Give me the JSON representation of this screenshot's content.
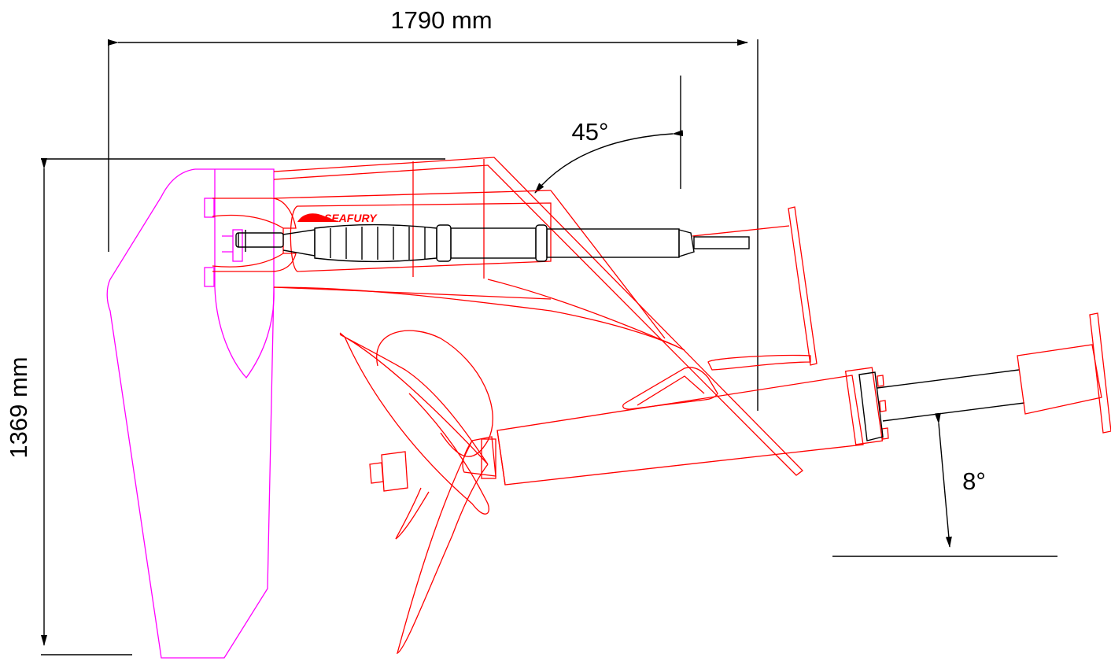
{
  "dimensions": {
    "width_label": "1790 mm",
    "height_label": "1369 mm",
    "tilt_angle_label": "45°",
    "shaft_angle_label": "8°"
  },
  "logo": {
    "text": "SEAFURY",
    "color": "#ff0000"
  },
  "colors": {
    "drive_outline": "#ff0000",
    "rudder_outline": "#ff00ff",
    "dimension_lines": "#000000",
    "background": "#ffffff"
  }
}
